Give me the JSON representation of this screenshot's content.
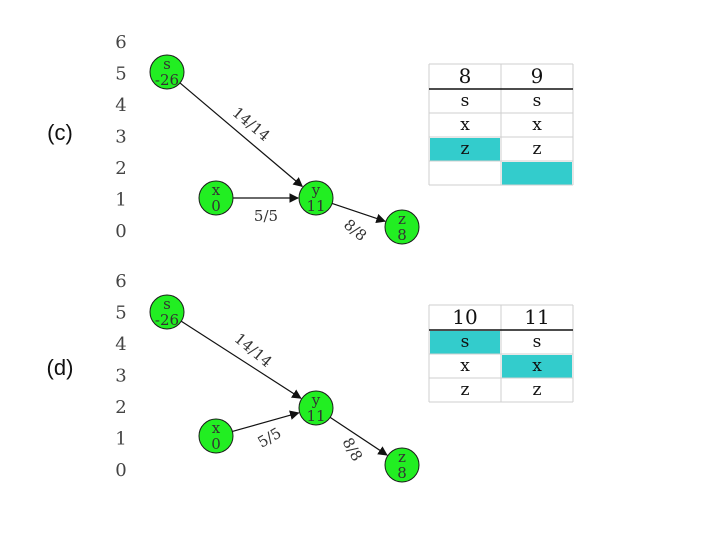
{
  "panels": [
    {
      "label": "(c)",
      "y_axis": [
        "6",
        "5",
        "4",
        "3",
        "2",
        "1",
        "0"
      ],
      "nodes": [
        {
          "name": "s",
          "value": "-26"
        },
        {
          "name": "x",
          "value": "0"
        },
        {
          "name": "y",
          "value": "11"
        },
        {
          "name": "z",
          "value": "8"
        }
      ],
      "edges": [
        {
          "from": "s",
          "to": "y",
          "label": "14/14"
        },
        {
          "from": "x",
          "to": "y",
          "label": "5/5"
        },
        {
          "from": "y",
          "to": "z",
          "label": "8/8"
        }
      ],
      "table": {
        "headers": [
          "8",
          "9"
        ],
        "rows": [
          [
            "s",
            "s"
          ],
          [
            "x",
            "x"
          ],
          [
            "z",
            "z"
          ],
          [
            "",
            ""
          ]
        ],
        "highlighted": [
          [
            2,
            0
          ],
          [
            3,
            1
          ]
        ]
      }
    },
    {
      "label": "(d)",
      "y_axis": [
        "6",
        "5",
        "4",
        "3",
        "2",
        "1",
        "0"
      ],
      "nodes": [
        {
          "name": "s",
          "value": "-26"
        },
        {
          "name": "x",
          "value": "0"
        },
        {
          "name": "y",
          "value": "11"
        },
        {
          "name": "z",
          "value": "8"
        }
      ],
      "edges": [
        {
          "from": "s",
          "to": "y",
          "label": "14/14"
        },
        {
          "from": "x",
          "to": "y",
          "label": "5/5"
        },
        {
          "from": "y",
          "to": "z",
          "label": "8/8"
        }
      ],
      "table": {
        "headers": [
          "10",
          "11"
        ],
        "rows": [
          [
            "s",
            "s"
          ],
          [
            "x",
            "x"
          ],
          [
            "z",
            "z"
          ]
        ],
        "highlighted": [
          [
            0,
            0
          ],
          [
            1,
            1
          ]
        ]
      }
    }
  ],
  "colors": {
    "node_fill": "#22ee22",
    "highlight": "#33cccc",
    "grid": "#cfcfcf"
  }
}
